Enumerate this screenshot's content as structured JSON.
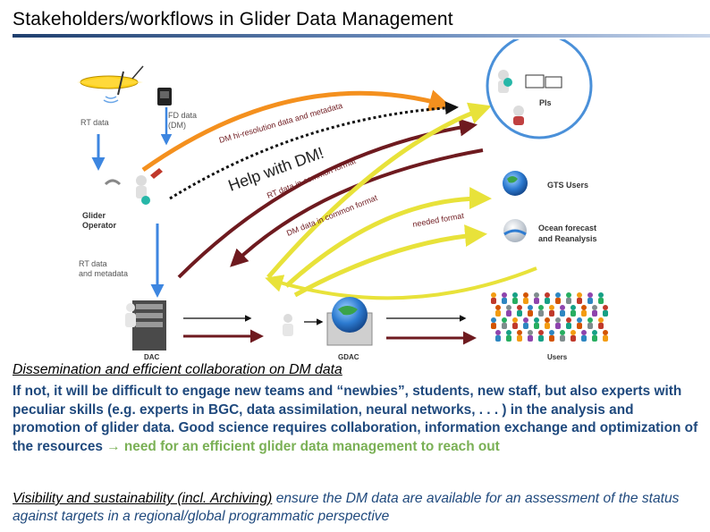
{
  "title": "Stakeholders/workflows in Glider Data Management",
  "diagram": {
    "rt_data": "RT data",
    "fd_data": "FD data\n(DM)",
    "glider_operator": "Glider\nOperator",
    "rt_data_metadata": "RT data\nand metadata",
    "dac": "DAC",
    "gdac": "GDAC",
    "users": "Users",
    "pis": "PIs",
    "gts_users": "GTS Users",
    "ocean_forecast": "Ocean forecast\nand Reanalysis",
    "arc_dm_hires": "DM hi-resolution data and metadata",
    "arc_rt_common": "RT data in common format",
    "arc_dm_common": "DM data in common format",
    "arc_needed": "needed format",
    "help": "Help with DM!",
    "colors": {
      "orange": "#f4901e",
      "maroon": "#6e1a1f",
      "yellow": "#e8e23a",
      "blue": "#3d86e0",
      "title_rule": "#1f3f6e"
    }
  },
  "section1": {
    "heading": "Dissemination and efficient collaboration on DM data",
    "body": "If not, it will be difficult to engage new teams and “newbies”, students, new staff, but also experts with peculiar skills (e.g. experts in BGC, data assimilation, neural networks, . . . ) in the analysis and promotion of glider data. Good science requires collaboration, information exchange and optimization of the resources",
    "highlight": "→ need for an efficient glider data management to reach out"
  },
  "section2": {
    "lead": "Visibility and sustainability (incl. Archiving)",
    "rest": "ensure the DM data are available for an assessment of the status against targets in a regional/global programmatic perspective"
  }
}
